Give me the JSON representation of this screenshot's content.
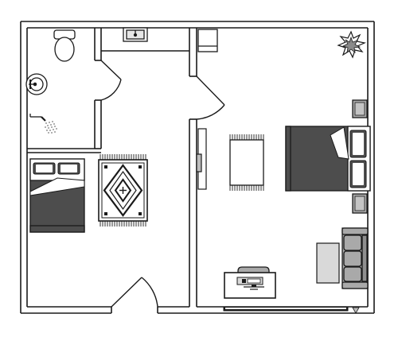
{
  "floorplan": {
    "colors": {
      "wall": "#1a1a1a",
      "bed_dark": "#4d4d4d",
      "furniture_grey": "#a9a9a9",
      "light_grey": "#d0d0d0",
      "background": "#ffffff"
    },
    "rooms": [
      "bathroom",
      "small-bedroom",
      "main-bedroom",
      "entry-hall"
    ],
    "furniture": [
      {
        "name": "toilet",
        "icon": "toilet-icon"
      },
      {
        "name": "bathroom-sink",
        "icon": "sink-icon"
      },
      {
        "name": "vanity-sink",
        "icon": "vanity-icon"
      },
      {
        "name": "shower-head",
        "icon": "shower-icon"
      },
      {
        "name": "closet",
        "icon": "closet-icon"
      },
      {
        "name": "single-bed",
        "icon": "bed-icon"
      },
      {
        "name": "diamond-rug",
        "icon": "rug-icon"
      },
      {
        "name": "double-bed",
        "icon": "bed-icon"
      },
      {
        "name": "bench",
        "icon": "bench-icon"
      },
      {
        "name": "wall-mirror",
        "icon": "mirror-icon"
      },
      {
        "name": "nightstand",
        "icon": "nightstand-icon"
      },
      {
        "name": "potted-plant",
        "icon": "plant-icon"
      },
      {
        "name": "sofa",
        "icon": "sofa-icon"
      },
      {
        "name": "coffee-table",
        "icon": "table-icon"
      },
      {
        "name": "desk-with-chair",
        "icon": "desk-icon"
      }
    ]
  }
}
